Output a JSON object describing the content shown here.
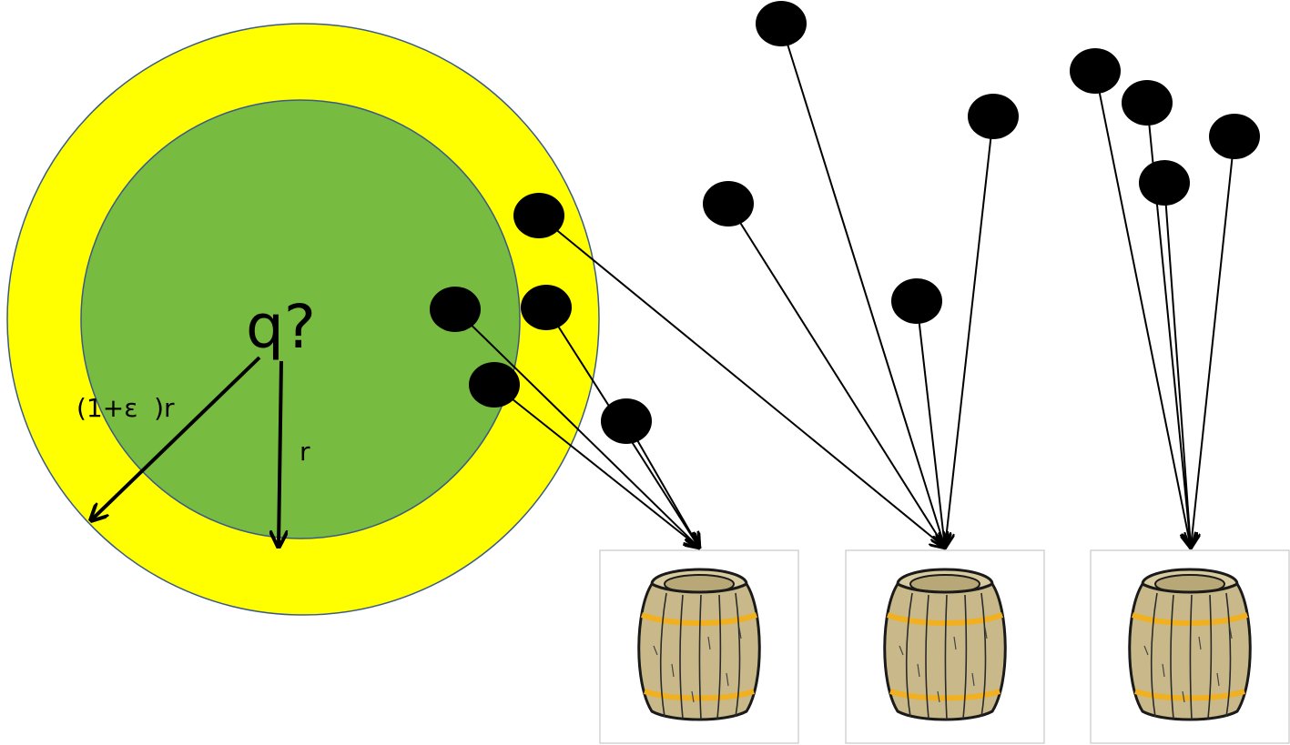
{
  "diagram": {
    "query_label": "q?",
    "outer_radius_label": "(1+ε  )r",
    "inner_radius_label": "r",
    "colors": {
      "outer_ring": "#ffff00",
      "inner_disc": "#77bb41",
      "ring_outline": "#3b5a8a",
      "points": "#000000",
      "barrel_wood": "#c9b98a",
      "barrel_hoop": "#f0b020"
    },
    "points": [
      {
        "id": "p1",
        "bucket": 1
      },
      {
        "id": "p2",
        "bucket": 1
      },
      {
        "id": "p3",
        "bucket": 1
      },
      {
        "id": "p4",
        "bucket": 1
      },
      {
        "id": "p5",
        "bucket": 2
      },
      {
        "id": "p6",
        "bucket": 2
      },
      {
        "id": "p7",
        "bucket": 2
      },
      {
        "id": "p8",
        "bucket": 2
      },
      {
        "id": "p9",
        "bucket": 2
      },
      {
        "id": "p10",
        "bucket": 3
      },
      {
        "id": "p11",
        "bucket": 3
      },
      {
        "id": "p12",
        "bucket": 3
      },
      {
        "id": "p13",
        "bucket": 3
      }
    ],
    "buckets": [
      {
        "id": 1,
        "icon": "barrel-icon"
      },
      {
        "id": 2,
        "icon": "barrel-icon"
      },
      {
        "id": 3,
        "icon": "barrel-icon"
      }
    ]
  }
}
